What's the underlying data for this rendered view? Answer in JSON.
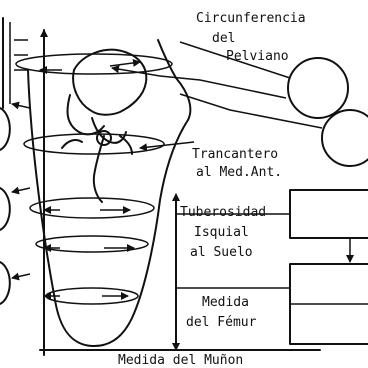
{
  "labels": {
    "circunferencia_line1": "Circunferencia",
    "circunferencia_line2": "del",
    "circunferencia_line3": "Pelviano",
    "trancantero_line1": "Trancantero",
    "trancantero_line2": "al Med.Ant.",
    "tuberosidad_line1": "Tuberosidad",
    "tuberosidad_line2": "Isquial",
    "tuberosidad_line3": "al Suelo",
    "femur_line1": "Medida",
    "femur_line2": "del Fémur",
    "munon": "Medida del Muñon"
  }
}
